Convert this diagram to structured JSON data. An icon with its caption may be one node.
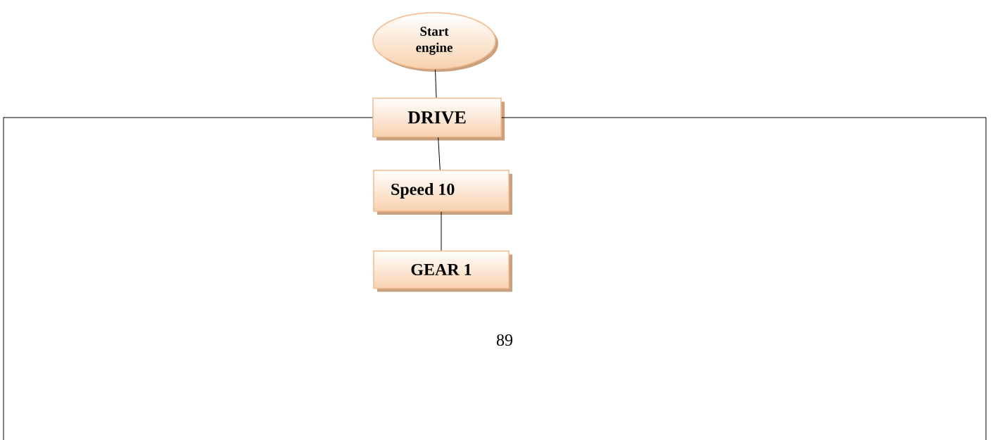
{
  "diagram": {
    "nodes": [
      {
        "text": [
          "Start engine"
        ]
      },
      {
        "text": [
          "DRIVE"
        ]
      },
      {
        "text": [
          "Speed 10"
        ]
      },
      {
        "text": [
          "GEAR 1"
        ]
      }
    ],
    "edges": [
      {
        "from": 0,
        "to": 1,
        "arrow": "none"
      },
      {
        "from": 1,
        "to": 2,
        "arrow": "none"
      },
      {
        "from": 2,
        "to": 3,
        "arrow": "none"
      },
      {
        "from": 1,
        "to": null,
        "arrow": "none"
      },
      {
        "from": 1,
        "to": null,
        "arrow": "none"
      }
    ],
    "labels": [
      "89"
    ]
  }
}
